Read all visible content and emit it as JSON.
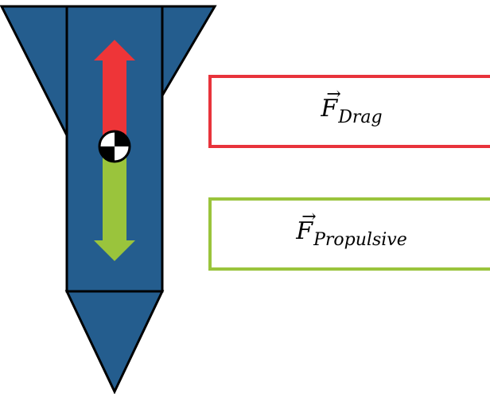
{
  "diagram": {
    "colors": {
      "rocket_body": "#245d8e",
      "rocket_outline": "#000000",
      "drag_force": "#ee3538",
      "propulsive_force": "#9ac43c",
      "cg_marker_dark": "#000000",
      "cg_marker_light": "#ffffff"
    },
    "drag_label": {
      "symbol": "F",
      "vector_mark": "⃗",
      "subscript": "Drag"
    },
    "propulsive_label": {
      "symbol": "F",
      "vector_mark": "⃗",
      "subscript": "Propulsive"
    }
  }
}
